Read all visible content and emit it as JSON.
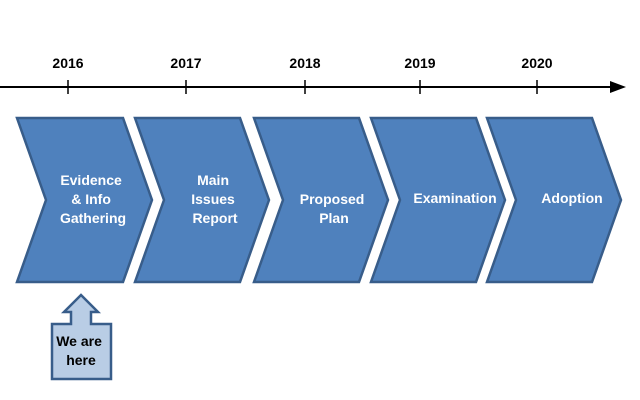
{
  "timeline": {
    "years": [
      "2016",
      "2017",
      "2018",
      "2019",
      "2020"
    ]
  },
  "stages": [
    {
      "label_lines": [
        "Evidence",
        "& Info",
        "Gathering"
      ]
    },
    {
      "label_lines": [
        "Main",
        "Issues",
        "Report"
      ]
    },
    {
      "label_lines": [
        "Proposed",
        "Plan"
      ]
    },
    {
      "label_lines": [
        "Examination"
      ]
    },
    {
      "label_lines": [
        "Adoption"
      ]
    }
  ],
  "callout": {
    "label_lines": [
      "We are",
      "here"
    ]
  },
  "colors": {
    "chevron_fill": "#4f81bd",
    "chevron_stroke": "#385d8a",
    "callout_fill": "#b9cde5",
    "callout_stroke": "#385d8a",
    "axis": "#000000"
  }
}
